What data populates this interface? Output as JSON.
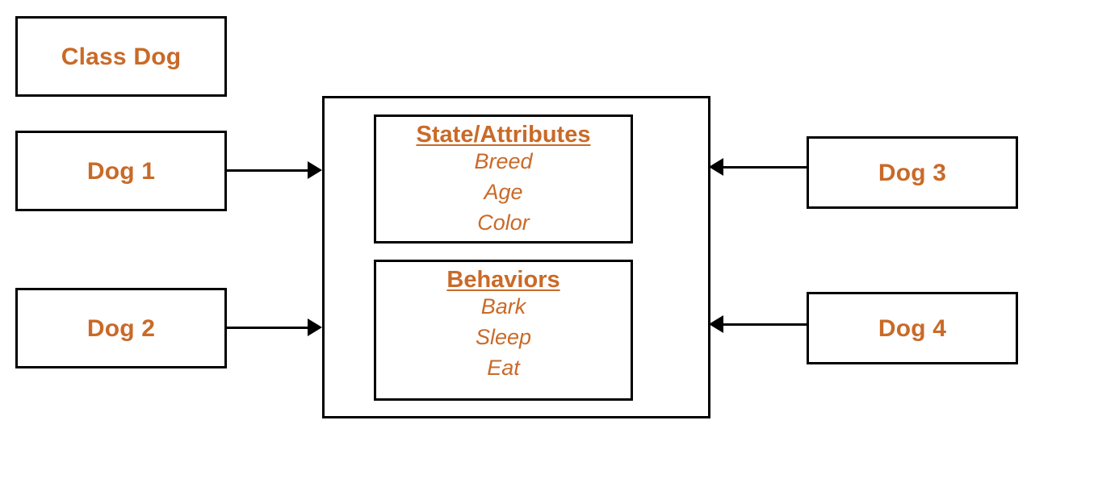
{
  "diagram": {
    "type": "class-instance-diagram",
    "title_box": {
      "label": "Class Dog"
    },
    "accent_color": "#C96A28",
    "line_color": "#000000",
    "background_color": "#FFFFFF",
    "class_box": {
      "compartments": [
        {
          "id": "state",
          "title": "State/Attributes",
          "items": [
            "Breed",
            "Age",
            "Color"
          ]
        },
        {
          "id": "behaviors",
          "title": "Behaviors",
          "items": [
            "Bark",
            "Sleep",
            "Eat"
          ]
        }
      ]
    },
    "left_instances": [
      {
        "id": "dog-1",
        "label": "Dog 1"
      },
      {
        "id": "dog-2",
        "label": "Dog 2"
      }
    ],
    "right_instances": [
      {
        "id": "dog-3",
        "label": "Dog 3"
      },
      {
        "id": "dog-4",
        "label": "Dog 4"
      }
    ],
    "connectors": [
      {
        "id": "connector-dog1",
        "from": "Dog 1",
        "to": "Class Dog",
        "direction": "right"
      },
      {
        "id": "connector-dog2",
        "from": "Dog 2",
        "to": "Class Dog",
        "direction": "right"
      },
      {
        "id": "connector-dog3",
        "from": "Dog 3",
        "to": "Class Dog",
        "direction": "left"
      },
      {
        "id": "connector-dog4",
        "from": "Dog 4",
        "to": "Class Dog",
        "direction": "left"
      }
    ]
  }
}
